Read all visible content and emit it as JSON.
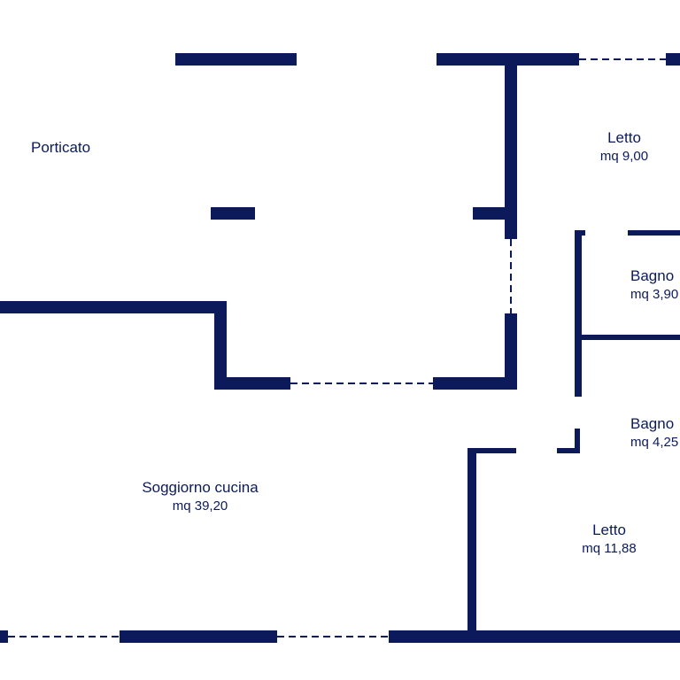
{
  "colors": {
    "wall": "#0c1a5c",
    "background": "#ffffff"
  },
  "rooms": {
    "porticato": {
      "name": "Porticato"
    },
    "letto_top": {
      "name": "Letto",
      "area": "mq 9,00"
    },
    "bagno_top": {
      "name": "Bagno",
      "area": "mq 3,90"
    },
    "bagno_bottom": {
      "name": "Bagno",
      "area": "mq 4,25"
    },
    "soggiorno": {
      "name": "Soggiorno cucina",
      "area": "mq 39,20"
    },
    "letto_bottom": {
      "name": "Letto",
      "area": "mq 11,88"
    }
  }
}
